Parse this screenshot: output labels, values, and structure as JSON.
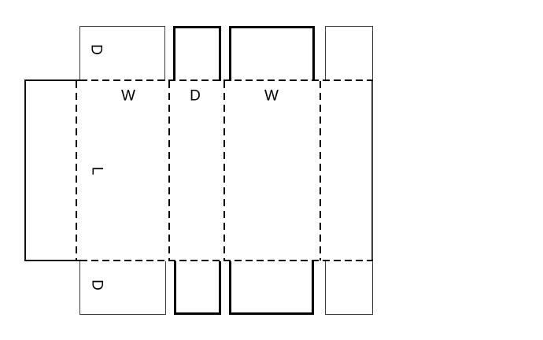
{
  "diagram": {
    "type": "carton-dieline",
    "background_color": "#ffffff",
    "line_color": "#000000",
    "thin_line_color": "#3d3d3d",
    "labels": {
      "top_flap_depth": "D",
      "panel_width_1": "W",
      "panel_depth": "D",
      "panel_width_2": "W",
      "panel_length": "L",
      "bottom_flap_depth": "D"
    }
  }
}
